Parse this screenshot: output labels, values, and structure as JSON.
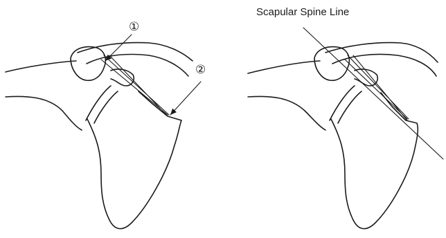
{
  "labels": {
    "marker_1": "①",
    "marker_2": "②",
    "spine_line": "Scapular Spine Line"
  },
  "colors": {
    "ink": "#1a1a1a",
    "background": "#ffffff"
  }
}
